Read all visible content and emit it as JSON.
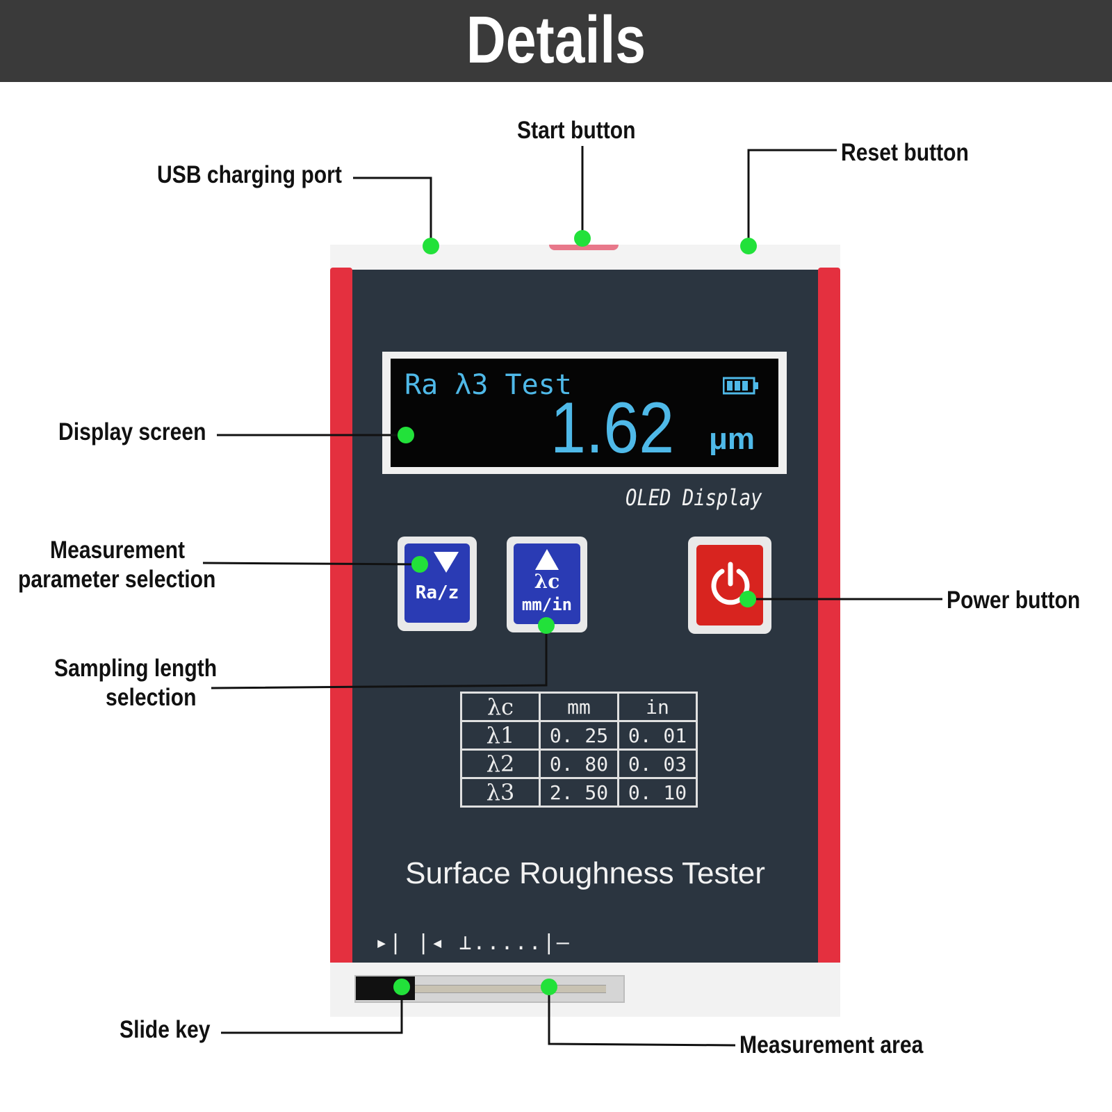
{
  "header": {
    "title": "Details"
  },
  "callouts": {
    "usb_port": "USB charging port",
    "start_button": "Start button",
    "reset_button": "Reset button",
    "display_screen": "Display screen",
    "measurement_param_line1": "Measurement",
    "measurement_param_line2": "parameter selection",
    "sampling_length_line1": "Sampling length",
    "sampling_length_line2": "selection",
    "power_button": "Power button",
    "slide_key": "Slide key",
    "measurement_area": "Measurement area"
  },
  "device": {
    "display": {
      "top_line": "Ra λ3 Test",
      "value": "1.62",
      "unit": "μm",
      "battery_icon": "battery-icon"
    },
    "oled_label": "OLED Display",
    "keys": {
      "ra_z": {
        "icon": "triangle-down-icon",
        "label": "Ra/z"
      },
      "lambda_c": {
        "icon": "triangle-up-icon",
        "label_line1": "λc",
        "label_line2": "mm/in"
      },
      "power": {
        "icon": "power-icon"
      }
    },
    "lambda_table": {
      "header": [
        "λc",
        "mm",
        "in"
      ],
      "rows": [
        [
          "λ1",
          "0. 25",
          "0. 01"
        ],
        [
          "λ2",
          "0. 80",
          "0. 03"
        ],
        [
          "λ3",
          "2. 50",
          "0. 10"
        ]
      ]
    },
    "brand_label": "Surface Roughness Tester",
    "bottom_icons": "▸|  |◂   ⊥.....|—"
  },
  "colors": {
    "header_bg": "#3a3a3a",
    "rail_red": "#e4303f",
    "panel": "#2b3540",
    "display_text": "#4fb9e8",
    "key_blue": "#2a3bb4",
    "key_red": "#d8241f",
    "marker_green": "#22e13a"
  }
}
